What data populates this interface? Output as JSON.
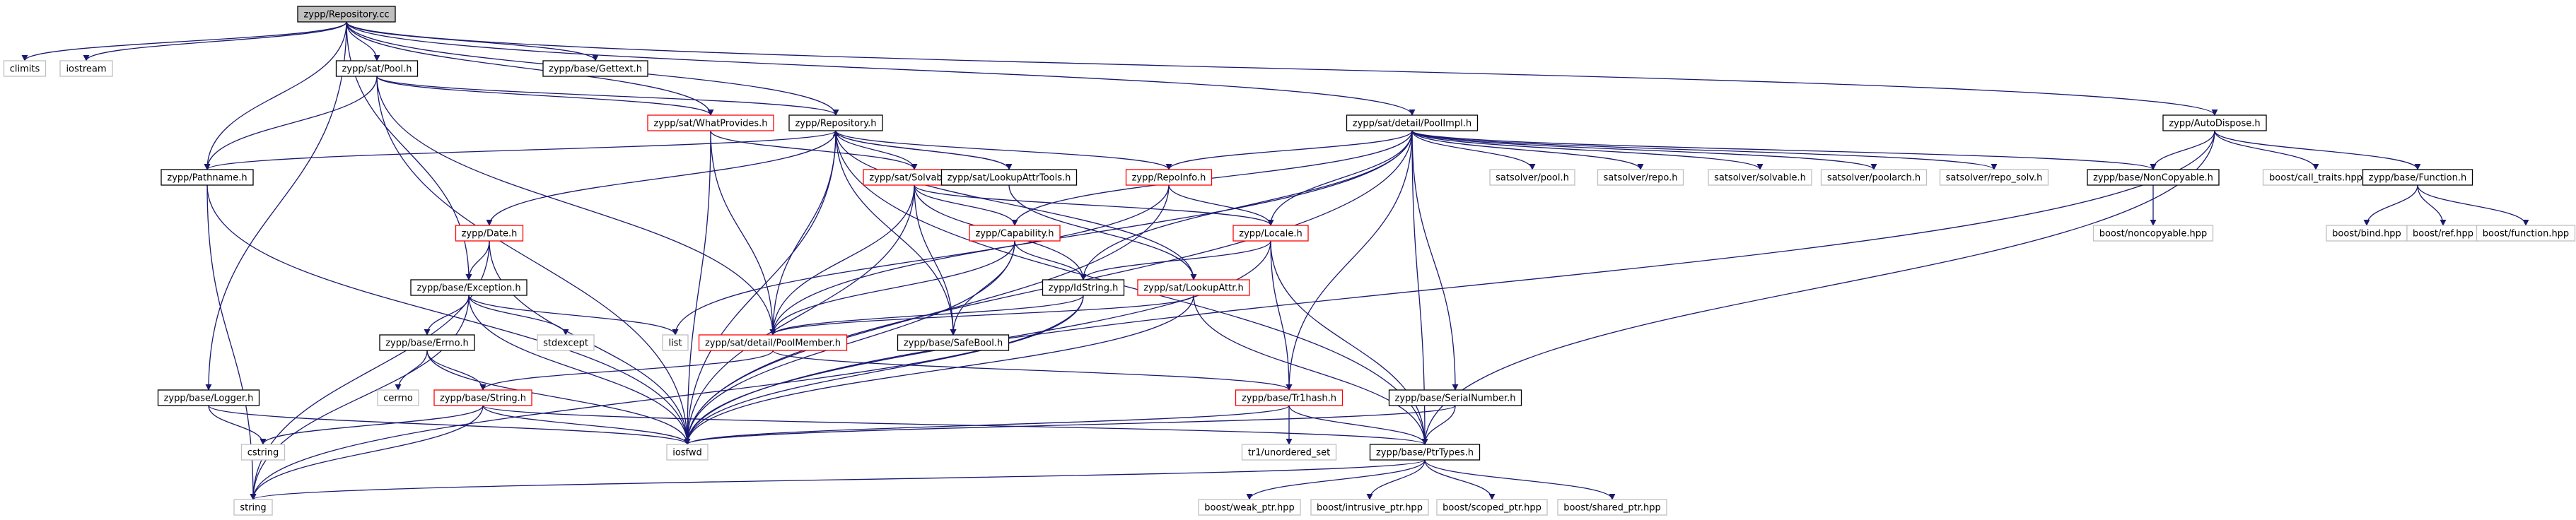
{
  "diagram": {
    "colors": {
      "edge": "#191970",
      "node_root_fill": "#bfbfbf",
      "node_border": "#000000",
      "node_incomplete_border": "#ff0000",
      "node_external_border": "#bfbfbf",
      "text": "#000000"
    },
    "nodes": [
      {
        "id": "n_repo_cc",
        "label": "zypp/Repository.cc",
        "kind": "root"
      },
      {
        "id": "n_climits",
        "label": "climits",
        "kind": "external"
      },
      {
        "id": "n_iostream",
        "label": "iostream",
        "kind": "external"
      },
      {
        "id": "n_pool",
        "label": "zypp/sat/Pool.h",
        "kind": "normal"
      },
      {
        "id": "n_gettext",
        "label": "zypp/base/Gettext.h",
        "kind": "normal"
      },
      {
        "id": "n_whatprovides",
        "label": "zypp/sat/WhatProvides.h",
        "kind": "incomplete"
      },
      {
        "id": "n_repository_h",
        "label": "zypp/Repository.h",
        "kind": "normal"
      },
      {
        "id": "n_poolimpl",
        "label": "zypp/sat/detail/PoolImpl.h",
        "kind": "normal"
      },
      {
        "id": "n_autodispose",
        "label": "zypp/AutoDispose.h",
        "kind": "normal"
      },
      {
        "id": "n_pathname",
        "label": "zypp/Pathname.h",
        "kind": "normal"
      },
      {
        "id": "n_solvable",
        "label": "zypp/sat/Solvable.h",
        "kind": "incomplete"
      },
      {
        "id": "n_lookupattrtools",
        "label": "zypp/sat/LookupAttrTools.h",
        "kind": "normal"
      },
      {
        "id": "n_repoinfo",
        "label": "zypp/RepoInfo.h",
        "kind": "incomplete"
      },
      {
        "id": "n_sat_pool",
        "label": "satsolver/pool.h",
        "kind": "external"
      },
      {
        "id": "n_sat_repo",
        "label": "satsolver/repo.h",
        "kind": "external"
      },
      {
        "id": "n_sat_solvable",
        "label": "satsolver/solvable.h",
        "kind": "external"
      },
      {
        "id": "n_sat_poolarch",
        "label": "satsolver/poolarch.h",
        "kind": "external"
      },
      {
        "id": "n_sat_reposolv",
        "label": "satsolver/repo_solv.h",
        "kind": "external"
      },
      {
        "id": "n_noncopyable",
        "label": "zypp/base/NonCopyable.h",
        "kind": "normal"
      },
      {
        "id": "n_calltraits",
        "label": "boost/call_traits.hpp",
        "kind": "external"
      },
      {
        "id": "n_function",
        "label": "zypp/base/Function.h",
        "kind": "normal"
      },
      {
        "id": "n_b_noncopyable",
        "label": "boost/noncopyable.hpp",
        "kind": "external"
      },
      {
        "id": "n_b_bind",
        "label": "boost/bind.hpp",
        "kind": "external"
      },
      {
        "id": "n_b_ref",
        "label": "boost/ref.hpp",
        "kind": "external"
      },
      {
        "id": "n_b_function",
        "label": "boost/function.hpp",
        "kind": "external"
      },
      {
        "id": "n_date",
        "label": "zypp/Date.h",
        "kind": "incomplete"
      },
      {
        "id": "n_capability",
        "label": "zypp/Capability.h",
        "kind": "incomplete"
      },
      {
        "id": "n_locale",
        "label": "zypp/Locale.h",
        "kind": "incomplete"
      },
      {
        "id": "n_exception",
        "label": "zypp/base/Exception.h",
        "kind": "normal"
      },
      {
        "id": "n_idstring",
        "label": "zypp/IdString.h",
        "kind": "normal"
      },
      {
        "id": "n_lookupattr",
        "label": "zypp/sat/LookupAttr.h",
        "kind": "incomplete"
      },
      {
        "id": "n_list",
        "label": "list",
        "kind": "external"
      },
      {
        "id": "n_stdexcept",
        "label": "stdexcept",
        "kind": "external"
      },
      {
        "id": "n_errno",
        "label": "zypp/base/Errno.h",
        "kind": "normal"
      },
      {
        "id": "n_poolmember",
        "label": "zypp/sat/detail/PoolMember.h",
        "kind": "incomplete"
      },
      {
        "id": "n_safebool",
        "label": "zypp/base/SafeBool.h",
        "kind": "normal"
      },
      {
        "id": "n_logger",
        "label": "zypp/base/Logger.h",
        "kind": "normal"
      },
      {
        "id": "n_cerrno",
        "label": "cerrno",
        "kind": "external"
      },
      {
        "id": "n_string_h",
        "label": "zypp/base/String.h",
        "kind": "incomplete"
      },
      {
        "id": "n_tr1hash",
        "label": "zypp/base/Tr1hash.h",
        "kind": "incomplete"
      },
      {
        "id": "n_serial",
        "label": "zypp/base/SerialNumber.h",
        "kind": "normal"
      },
      {
        "id": "n_cstring",
        "label": "cstring",
        "kind": "external"
      },
      {
        "id": "n_iosfwd",
        "label": "iosfwd",
        "kind": "external"
      },
      {
        "id": "n_tr1unordered",
        "label": "tr1/unordered_set",
        "kind": "external"
      },
      {
        "id": "n_ptrtypes",
        "label": "zypp/base/PtrTypes.h",
        "kind": "normal"
      },
      {
        "id": "n_string",
        "label": "string",
        "kind": "external"
      },
      {
        "id": "n_b_weak",
        "label": "boost/weak_ptr.hpp",
        "kind": "external"
      },
      {
        "id": "n_b_intrusive",
        "label": "boost/intrusive_ptr.hpp",
        "kind": "external"
      },
      {
        "id": "n_b_scoped",
        "label": "boost/scoped_ptr.hpp",
        "kind": "external"
      },
      {
        "id": "n_b_shared",
        "label": "boost/shared_ptr.hpp",
        "kind": "external"
      }
    ],
    "edges": [
      [
        "n_repo_cc",
        "n_climits"
      ],
      [
        "n_repo_cc",
        "n_iostream"
      ],
      [
        "n_repo_cc",
        "n_pool"
      ],
      [
        "n_repo_cc",
        "n_gettext"
      ],
      [
        "n_repo_cc",
        "n_whatprovides"
      ],
      [
        "n_repo_cc",
        "n_repository_h"
      ],
      [
        "n_repo_cc",
        "n_poolimpl"
      ],
      [
        "n_repo_cc",
        "n_autodispose"
      ],
      [
        "n_repo_cc",
        "n_pathname"
      ],
      [
        "n_repo_cc",
        "n_exception"
      ],
      [
        "n_repo_cc",
        "n_logger"
      ],
      [
        "n_pool",
        "n_repository_h"
      ],
      [
        "n_pool",
        "n_whatprovides"
      ],
      [
        "n_pool",
        "n_pathname"
      ],
      [
        "n_pool",
        "n_poolmember"
      ],
      [
        "n_pool",
        "n_iosfwd"
      ],
      [
        "n_whatprovides",
        "n_solvable"
      ],
      [
        "n_whatprovides",
        "n_poolmember"
      ],
      [
        "n_whatprovides",
        "n_iosfwd"
      ],
      [
        "n_repository_h",
        "n_pathname"
      ],
      [
        "n_repository_h",
        "n_solvable"
      ],
      [
        "n_repository_h",
        "n_lookupattrtools"
      ],
      [
        "n_repository_h",
        "n_repoinfo"
      ],
      [
        "n_repository_h",
        "n_date"
      ],
      [
        "n_repository_h",
        "n_poolmember"
      ],
      [
        "n_repository_h",
        "n_safebool"
      ],
      [
        "n_repository_h",
        "n_iosfwd"
      ],
      [
        "n_repository_h",
        "n_ptrtypes"
      ],
      [
        "n_repository_h",
        "n_lookupattr"
      ],
      [
        "n_lookupattrtools",
        "n_repository_h"
      ],
      [
        "n_lookupattrtools",
        "n_lookupattr"
      ],
      [
        "n_poolimpl",
        "n_repoinfo"
      ],
      [
        "n_poolimpl",
        "n_sat_pool"
      ],
      [
        "n_poolimpl",
        "n_sat_repo"
      ],
      [
        "n_poolimpl",
        "n_sat_solvable"
      ],
      [
        "n_poolimpl",
        "n_sat_poolarch"
      ],
      [
        "n_poolimpl",
        "n_sat_reposolv"
      ],
      [
        "n_poolimpl",
        "n_noncopyable"
      ],
      [
        "n_poolimpl",
        "n_locale"
      ],
      [
        "n_poolimpl",
        "n_capability"
      ],
      [
        "n_poolimpl",
        "n_idstring"
      ],
      [
        "n_poolimpl",
        "n_poolmember"
      ],
      [
        "n_poolimpl",
        "n_serial"
      ],
      [
        "n_poolimpl",
        "n_tr1hash"
      ],
      [
        "n_poolimpl",
        "n_iosfwd"
      ],
      [
        "n_poolimpl",
        "n_ptrtypes"
      ],
      [
        "n_autodispose",
        "n_noncopyable"
      ],
      [
        "n_autodispose",
        "n_calltraits"
      ],
      [
        "n_autodispose",
        "n_function"
      ],
      [
        "n_autodispose",
        "n_iosfwd"
      ],
      [
        "n_autodispose",
        "n_ptrtypes"
      ],
      [
        "n_noncopyable",
        "n_b_noncopyable"
      ],
      [
        "n_function",
        "n_b_bind"
      ],
      [
        "n_function",
        "n_b_ref"
      ],
      [
        "n_function",
        "n_b_function"
      ],
      [
        "n_pathname",
        "n_iosfwd"
      ],
      [
        "n_pathname",
        "n_string"
      ],
      [
        "n_solvable",
        "n_capability"
      ],
      [
        "n_solvable",
        "n_idstring"
      ],
      [
        "n_solvable",
        "n_locale"
      ],
      [
        "n_solvable",
        "n_poolmember"
      ],
      [
        "n_solvable",
        "n_safebool"
      ],
      [
        "n_solvable",
        "n_iosfwd"
      ],
      [
        "n_repoinfo",
        "n_locale"
      ],
      [
        "n_repoinfo",
        "n_list"
      ],
      [
        "n_repoinfo",
        "n_iosfwd"
      ],
      [
        "n_date",
        "n_exception"
      ],
      [
        "n_date",
        "n_iosfwd"
      ],
      [
        "n_date",
        "n_string"
      ],
      [
        "n_capability",
        "n_idstring"
      ],
      [
        "n_capability",
        "n_poolmember"
      ],
      [
        "n_capability",
        "n_safebool"
      ],
      [
        "n_capability",
        "n_iosfwd"
      ],
      [
        "n_locale",
        "n_idstring"
      ],
      [
        "n_locale",
        "n_tr1hash"
      ],
      [
        "n_locale",
        "n_iosfwd"
      ],
      [
        "n_locale",
        "n_ptrtypes"
      ],
      [
        "n_lookupattr",
        "n_poolmember"
      ],
      [
        "n_lookupattr",
        "n_iosfwd"
      ],
      [
        "n_lookupattr",
        "n_ptrtypes"
      ],
      [
        "n_idstring",
        "n_poolmember"
      ],
      [
        "n_idstring",
        "n_iosfwd"
      ],
      [
        "n_idstring",
        "n_string"
      ],
      [
        "n_exception",
        "n_list"
      ],
      [
        "n_exception",
        "n_stdexcept"
      ],
      [
        "n_exception",
        "n_errno"
      ],
      [
        "n_exception",
        "n_iosfwd"
      ],
      [
        "n_exception",
        "n_string"
      ],
      [
        "n_errno",
        "n_cerrno"
      ],
      [
        "n_errno",
        "n_string_h"
      ],
      [
        "n_errno",
        "n_iosfwd"
      ],
      [
        "n_poolmember",
        "n_string_h"
      ],
      [
        "n_poolmember",
        "n_tr1hash"
      ],
      [
        "n_logger",
        "n_iosfwd"
      ],
      [
        "n_logger",
        "n_cstring"
      ],
      [
        "n_string_h",
        "n_iosfwd"
      ],
      [
        "n_string_h",
        "n_cstring"
      ],
      [
        "n_string_h",
        "n_string"
      ],
      [
        "n_string_h",
        "n_ptrtypes"
      ],
      [
        "n_tr1hash",
        "n_iosfwd"
      ],
      [
        "n_tr1hash",
        "n_tr1unordered"
      ],
      [
        "n_tr1hash",
        "n_ptrtypes"
      ],
      [
        "n_serial",
        "n_iosfwd"
      ],
      [
        "n_serial",
        "n_ptrtypes"
      ],
      [
        "n_ptrtypes",
        "n_string"
      ],
      [
        "n_ptrtypes",
        "n_b_weak"
      ],
      [
        "n_ptrtypes",
        "n_b_intrusive"
      ],
      [
        "n_ptrtypes",
        "n_b_scoped"
      ],
      [
        "n_ptrtypes",
        "n_b_shared"
      ]
    ]
  }
}
